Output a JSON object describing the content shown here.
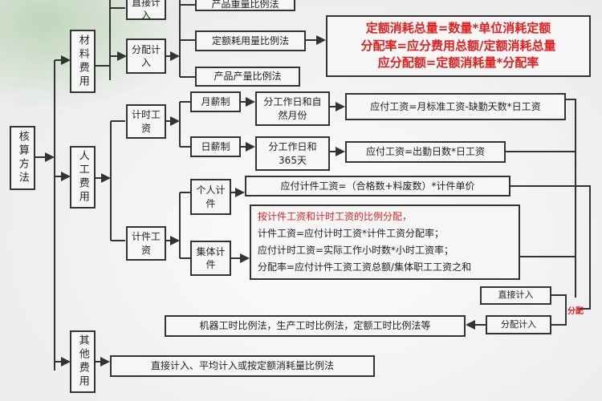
{
  "root": "核算方法",
  "materials": {
    "label": "材料费用",
    "direct": "直接计入",
    "allocate": "分配计入",
    "methods": [
      "产品重量比例法",
      "定额耗用量比例法",
      "产品产量比例法"
    ],
    "formulas": [
      "定额消耗总量=数量*单位消耗定额",
      "分配率=应分费用总额/定额消耗总量",
      "应分配额=定额消耗量*分配率"
    ]
  },
  "labor": {
    "label": "人工费用",
    "time_wage": "计时工资",
    "monthly": "月薪制",
    "monthly_basis": "分工作日和自然月份",
    "monthly_formula": "应付工资=月标准工资-缺勤天数*日工资",
    "daily": "日薪制",
    "daily_basis": "分工作日和365天",
    "daily_formula": "应付工资=出勤日数*日工资",
    "piece_wage": "计件工资",
    "individual": "个人计件",
    "individual_formula": "应付计件工资=（合格数+料废数）*计件单价",
    "collective": "集体计件",
    "collective_lines": [
      "按计件工资和计时工资的比例分配，",
      "计件工资=应付计时工资*计件工资分配率；",
      "应付计时工资=实际工作小时数*小时工资率；",
      "分配率=应付计件工资工资总额/集体职工工资之和"
    ],
    "direct": "直接计入",
    "allocate": "分配计入",
    "allocate_label": "分配",
    "allocate_methods": "机器工时比例法，生产工时比例法，定额工时比例法等"
  },
  "other": {
    "label": "其他费用",
    "methods": "直接计入、平均计入或按定额消耗量比例法"
  },
  "colors": {
    "highlight": "#e02020",
    "border": "#333333"
  }
}
